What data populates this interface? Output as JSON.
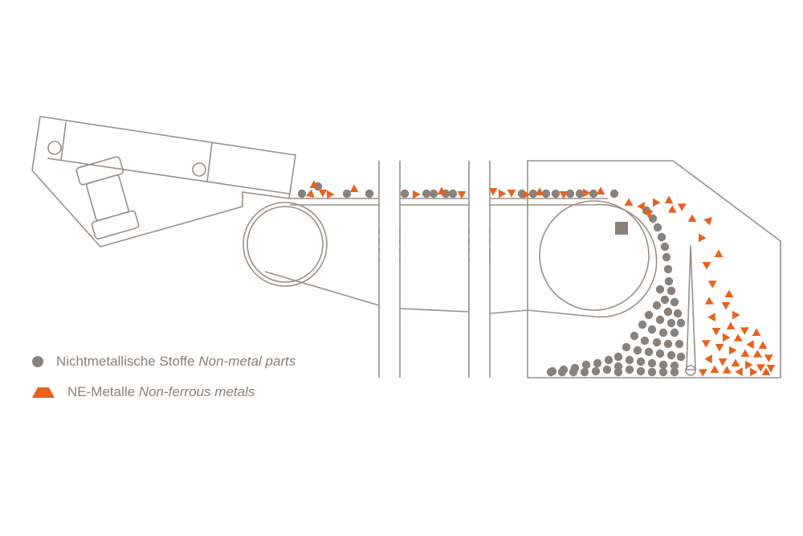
{
  "colors": {
    "line": "#9a8f88",
    "nonmetal": "#8a817b",
    "nonferrous": "#e8621f",
    "magnet_block": "#8a817b"
  },
  "legend": [
    {
      "marker": "circle",
      "label_de": "Nichtmetallische Stoffe",
      "label_en": "Non-metal parts"
    },
    {
      "marker": "triangle",
      "label_de": "NE-Metalle",
      "label_en": "Non-ferrous metals"
    }
  ]
}
